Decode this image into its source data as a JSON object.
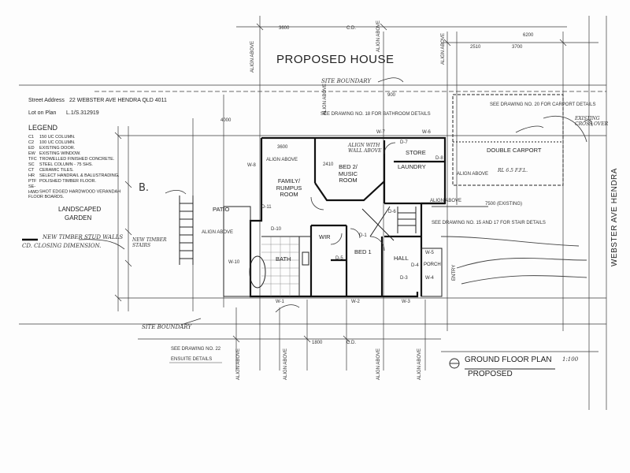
{
  "title": "PROPOSED HOUSE",
  "address": {
    "street_label": "Street Address",
    "street_value": "22 WEBSTER AVE HENDRA  QLD  4011",
    "lot_label": "Lot on Plan",
    "lot_value": "L.1/S.312919"
  },
  "legend": {
    "heading": "LEGEND",
    "items": [
      {
        "code": "C1",
        "text": "150 UC COLUMN."
      },
      {
        "code": "C2",
        "text": "100 UC COLUMN."
      },
      {
        "code": "ED",
        "text": "EXISTING DOOR."
      },
      {
        "code": "EW",
        "text": "EXISTING WINDOW."
      },
      {
        "code": "TFC",
        "text": "TROWELLED FINISHED CONCRETE."
      },
      {
        "code": "SC",
        "text": "STEEL COLUMN - 75 SHS."
      },
      {
        "code": "CT",
        "text": "CERAMIC TILES."
      },
      {
        "code": "HR",
        "text": "SELECT HANDRAIL & BALUSTRADING."
      },
      {
        "code": "PTF",
        "text": "POLISHED TIMBER FLOOR."
      },
      {
        "code": "SE-HWD",
        "text": "SHOT EDGED HARDWOOD VERANDAH FLOOR BOARDS."
      }
    ],
    "wall_note_line1": "NEW TIMBER STUD WALLS",
    "wall_note_line2": "CD. CLOSING DIMENSION."
  },
  "labels": {
    "landscaped": "LANDSCAPED",
    "garden": "GARDEN",
    "street": "WEBSTER AVE HENDRA",
    "site_boundary": "SITE BOUNDARY",
    "bathroom_note": "SEE DRAWING NO. 18 FOR BATHROOM DETAILS",
    "carport_note": "SEE DRAWING NO. 20 FOR CARPORT DETAILS",
    "stair_note": "SEE DRAWING NO. 15 AND 17 FOR STAIR DETAILS",
    "ensuite_note_line1": "SEE DRAWING NO. 22",
    "ensuite_note_line2": "ENSUITE DETAILS",
    "existing_cross_over": "EXISTING CROSS OVER",
    "new_timber_stairs": "NEW TIMBER STAIRS",
    "align_above": "ALIGN ABOVE",
    "align_with_wall": "ALIGN WITH WALL ABOVE",
    "dot_label": "B."
  },
  "rooms": {
    "family": "FAMILY/ RUMPUS ROOM",
    "bed2": "BED 2/ MUSIC ROOM",
    "store": "STORE",
    "laundry": "LAUNDRY",
    "carport": "DOUBLE CARPORT",
    "patio": "PATIO",
    "bath": "BATH",
    "wir": "WIR",
    "bed1": "BED 1",
    "hall": "HALL",
    "porch": "PORCH",
    "entry": "ENTRY"
  },
  "codes": {
    "w1": "W-1",
    "w2": "W-2",
    "w3": "W-3",
    "w4": "W-4",
    "w5": "W-5",
    "w6": "W-6",
    "w7": "W-7",
    "w8": "W-8",
    "w10": "W-10",
    "d1": "D-1",
    "d3": "D-3",
    "d4": "D-4",
    "d5": "D-5",
    "d6": "D-6",
    "d7": "D-7",
    "d8": "D-8",
    "d10": "D-10",
    "d11": "D-11"
  },
  "dims": {
    "top_3600": "3600",
    "top_cd": "C.D.",
    "top_6200": "6200",
    "top_2510": "2510",
    "top_3700": "3700",
    "top_900": "900",
    "top_4000": "4000",
    "fam_3600": "3600",
    "bed_2410": "2410",
    "bot_1800": "1800",
    "bot_cd": "C.D.",
    "carport_7500": "7500 (EXISTING)",
    "rl": "RL 6.5 F.F.L."
  },
  "ground_floor": {
    "label": "GROUND FLOOR PLAN",
    "scale": "1:100",
    "sub": "PROPOSED"
  }
}
